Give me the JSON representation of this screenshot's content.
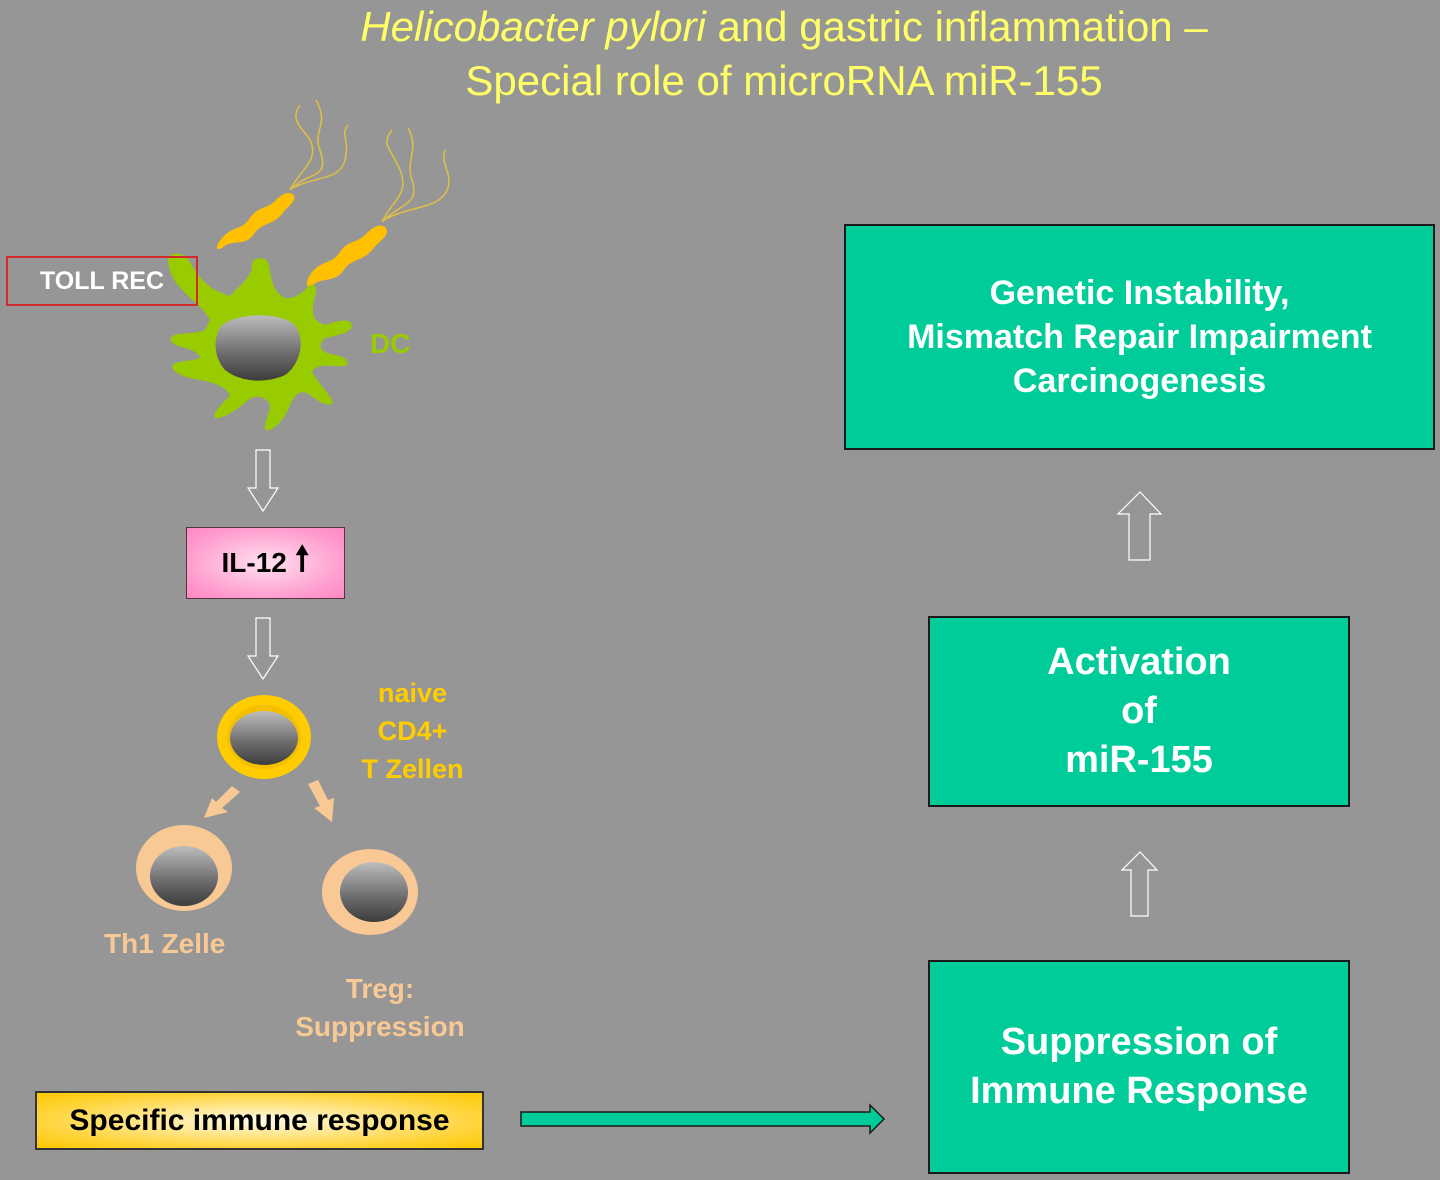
{
  "title": {
    "line1_italic": "Helicobacter pylori",
    "line1_rest": " and gastric inflammation –",
    "line2": "Special role of microRNA miR-155"
  },
  "left_pathway": {
    "toll_receptor_label": "TOLL REC",
    "dendritic_cell_label": "DC",
    "cytokine_label": "IL-12",
    "cytokine_trend_icon": "arrow-up-icon",
    "naive_cell_label_lines": [
      "naive",
      "CD4+",
      "T Zellen"
    ],
    "th1_cell_label": "Th1 Zelle",
    "treg_label_lines": [
      "Treg:",
      "Suppression"
    ],
    "specific_response_label": "Specific immune response"
  },
  "right_pathway": {
    "boxes": [
      {
        "id": "genetic",
        "lines": [
          "Genetic Instability,",
          "Mismatch Repair Impairment",
          "Carcinogenesis"
        ]
      },
      {
        "id": "activation",
        "lines": [
          "Activation",
          "of",
          "miR-155"
        ]
      },
      {
        "id": "suppression",
        "lines": [
          "Suppression of",
          "Immune Response"
        ]
      }
    ]
  },
  "colors": {
    "background": "#969696",
    "title": "#ffff66",
    "green_box": "#00cc99",
    "dc_green": "#99cc00",
    "bacteria": "#ffc000",
    "naive_cell": "#ffcc00",
    "effector_cell": "#f8c994",
    "toll_border": "#d22b2b",
    "il12_pink": "#ff99cc"
  }
}
